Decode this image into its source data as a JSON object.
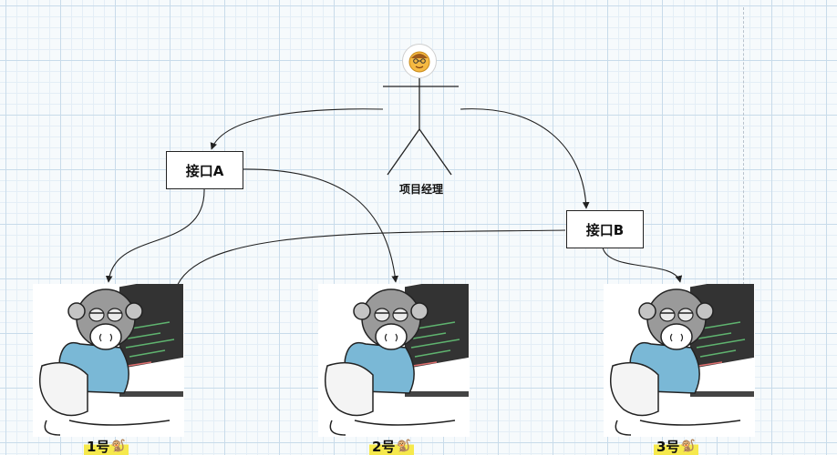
{
  "manager": {
    "label": "项目经理",
    "icon": "person-face-icon"
  },
  "interfaces": [
    {
      "label": "接口A"
    },
    {
      "label": "接口B"
    }
  ],
  "developers": [
    {
      "label": "1号",
      "emoji": "🐒",
      "image": "monkey-programmer-illustration"
    },
    {
      "label": "2号",
      "emoji": "🐒",
      "image": "monkey-programmer-illustration"
    },
    {
      "label": "3号",
      "emoji": "🐒",
      "image": "monkey-programmer-illustration"
    }
  ],
  "connections": [
    {
      "from": "项目经理",
      "to": "接口A"
    },
    {
      "from": "项目经理",
      "to": "接口B"
    },
    {
      "from": "接口A",
      "to": "1号"
    },
    {
      "from": "接口A",
      "to": "2号"
    },
    {
      "from": "接口B",
      "to": "1号"
    },
    {
      "from": "接口B",
      "to": "3号"
    }
  ],
  "colors": {
    "connector": "#222222",
    "label_highlight": "#f6e94c",
    "grid": "#c8dbea"
  }
}
